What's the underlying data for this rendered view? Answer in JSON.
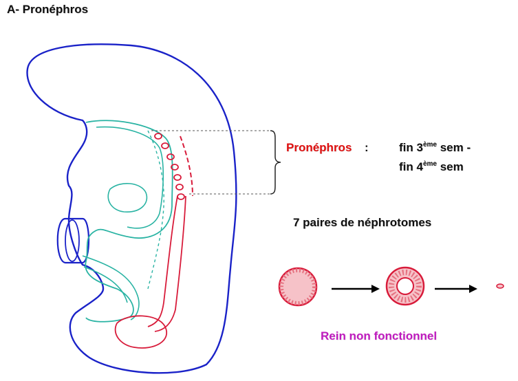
{
  "title": "A- Pronéphros",
  "pronephros_label": "Pronéphros",
  "colon": ":",
  "timing": {
    "line1_prefix": "fin 3",
    "line1_sup": "ème",
    "line1_suffix": " sem -",
    "line2_prefix": "fin 4",
    "line2_sup": "ème",
    "line2_suffix": " sem"
  },
  "pairs_text": "7 paires de néphrotomes",
  "non_functional_text": "Rein non fonctionnel",
  "colors": {
    "embryo_outline": "#1a22c8",
    "neural_tube": "#29b3a3",
    "nephric": "#d81b3a",
    "label_red": "#e01010",
    "label_magenta": "#c01bbf"
  }
}
